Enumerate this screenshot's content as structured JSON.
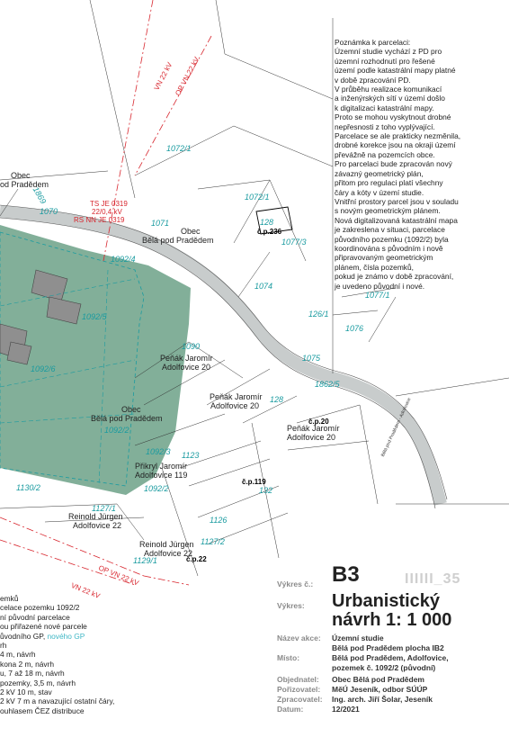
{
  "note": {
    "lines": [
      "Poznámka k parcelaci:",
      "Územní studie vychází z PD pro",
      "územní rozhodnutí pro řešené",
      "území podle katastrální mapy platné",
      "v době zpracování PD.",
      "V průběhu realizace komunikací",
      "a inženýrských sítí v území došlo",
      "k digitalizaci katastrální mapy.",
      "Proto se mohou vyskytnout drobné",
      "nepřesnosti z toho vyplývající.",
      "Parcelace se ale prakticky nezměnila,",
      "drobné korekce jsou na okraji území",
      "převážně na pozemcích obce.",
      "Pro parcelaci bude zpracován nový",
      "závazný geometrický plán,",
      "přitom pro regulaci platí všechny",
      "čáry a kóty v území studie.",
      "Vnitřní prostory parcel jsou v souladu",
      "s novým geometrickým plánem.",
      "Nová digitalizovaná katastrální mapa",
      "je zakreslena v situaci, parcelace",
      "původního pozemku (1092/2) byla",
      "koordinována s původním i nově",
      "připravovaným geometrickým",
      "plánem, čísla pozemků,",
      "pokud je známo v době zpracování,",
      "je uvedeno původní i nové."
    ]
  },
  "legend": {
    "lines": [
      "emků",
      "celace pozemku 1092/2",
      "ní původní parcelace",
      "ou přiřazené nové parcele",
      "",
      "rh",
      "4 m, návrh",
      "kona 2 m, návrh",
      "u, 7 až 18 m, návrh",
      "pozemky, 3,5 m,  návrh",
      "2 kV 10 m, stav",
      "2 kV 7 m a navazující ostatní čáry,",
      "ouhlasem ČEZ distribuce"
    ],
    "gp_original": "ůvodního GP",
    "gp_new": "nového GP",
    "gp_separator": ", "
  },
  "titleblock": {
    "sheet_no_label": "Výkres č.:",
    "sheet_no": "B3",
    "sheet_code": "IIIIII_35",
    "drawing_label": "Výkres:",
    "drawing_title_1": "Urbanistický",
    "drawing_title_2": "návrh 1: 1 000",
    "project_label": "Název akce:",
    "project_1": "Územní studie",
    "project_2": "Bělá pod Pradědem plocha IB2",
    "place_label": "Místo:",
    "place_1": "Bělá pod Pradědem, Adolfovice,",
    "place_2": "pozemek č. 1092/2 (původní)",
    "client_label": "Objednatel:",
    "client": "Obec Bělá pod Pradědem",
    "procurer_label": "Pořizovatel:",
    "procurer": "MěÚ Jeseník, odbor SÚÚP",
    "author_label": "Zpracovatel:",
    "author": "Ing. arch. Jiří Šolar, Jeseník",
    "date_label": "Datum:",
    "date": "12/2021"
  },
  "map": {
    "parcels": [
      "1072/1",
      "1072/1",
      "128",
      "1077/3",
      "1071",
      "1074",
      "1092/4",
      "1092/5",
      "1092/6",
      "1092/2",
      "1070",
      "1869",
      "1077/1",
      "126/1",
      "1076",
      "1075",
      "1862/5",
      "1090",
      "128",
      "1092/3",
      "1123",
      "1092/2",
      "1130/2",
      "132",
      "1127/1",
      "1126",
      "1127/2",
      "1129/1"
    ],
    "owners": {
      "obec_1": "Obec",
      "obec_1b": "od Pradědem",
      "obec_2a": "Obec",
      "obec_2b": "Bělá pod Pradědem",
      "obec_3a": "Obec",
      "obec_3b": "Bělá pod Pradědem",
      "penak_1a": "Peňák Jaromír",
      "penak_1b": "Adolfovice 20",
      "penak_2a": "Peňák Jaromír",
      "penak_2b": "Adolfovice 20",
      "penak_3a": "Peňák Jaromír",
      "penak_3b": "Adolfovice 20",
      "prikryl_a": "Přikryl Jaromír",
      "prikryl_b": "Adolfovice 119",
      "reinold_1a": "Reinold Jürgen",
      "reinold_1b": "Adolfovice 22",
      "reinold_2a": "Reinold Jürgen",
      "reinold_2b": "Adolfovice 22"
    },
    "house_numbers": {
      "cp236": "č.p.236",
      "cp20": "č.p.20",
      "cp119": "č.p.119",
      "cp22": "č.p.22"
    },
    "powerlines": {
      "vn22_top": "VN 22 kV",
      "op_vn22_top": "OP VN 22 kV",
      "ts": "TS JE 0319",
      "ts_kv": "22/0,4  kV",
      "rs": "RS NN JE 0319",
      "op_vn22_bottom": "OP VN 22 kV",
      "vn22_bottom": "VN 22 kV"
    },
    "road_label": "Bělá pod Pradědem - Adolfovice"
  },
  "colors": {
    "green_area": "#7bab94",
    "parcel_text": "#1a9ba0",
    "red_lines": "#d8262e",
    "road": "#c8cccc"
  }
}
